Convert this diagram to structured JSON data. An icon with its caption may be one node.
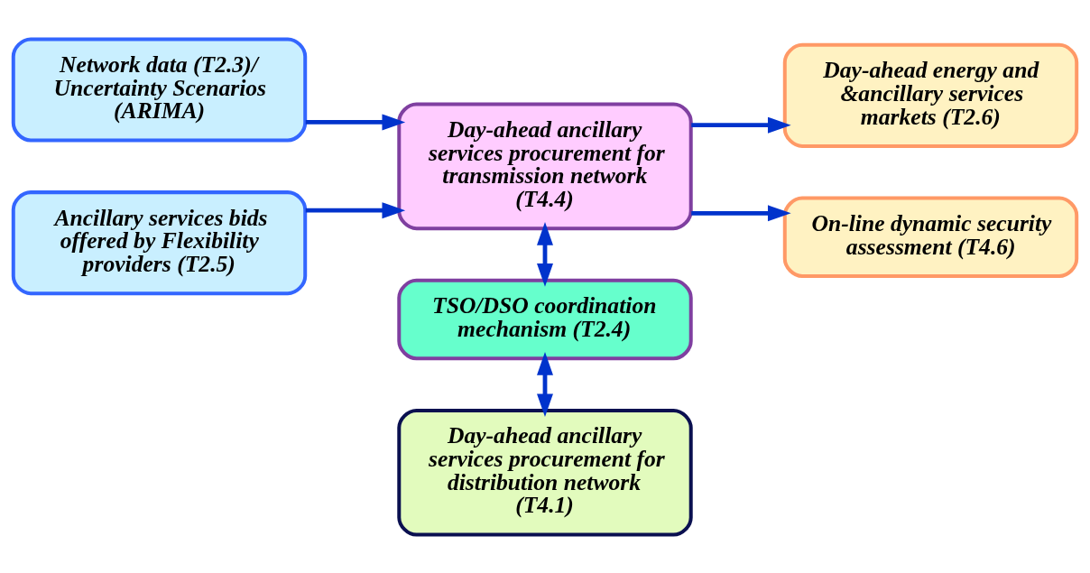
{
  "diagram": {
    "nodes": [
      {
        "text": [
          "Network data (T2.3)/ Uncertainty Scenarios (ARIMA)"
        ]
      },
      {
        "text": [
          "Ancillary services bids offered by Flexibility providers (T2.5)"
        ]
      },
      {
        "text": [
          "Day-ahead ancillary services procurement for transmission network (T4.4)"
        ]
      },
      {
        "text": [
          "Day-ahead energy and &ancillary services markets (T2.6)"
        ]
      },
      {
        "text": [
          "On-line dynamic security assessment (T4.6)"
        ]
      },
      {
        "text": [
          "TSO/DSO coordination mechanism (T2.4)"
        ]
      },
      {
        "text": [
          "Day-ahead ancillary services procurement for distribution network (T4.1)"
        ]
      }
    ],
    "edges": [
      {
        "from": 0,
        "to": 2,
        "arrow": "to"
      },
      {
        "from": 1,
        "to": 2,
        "arrow": "to"
      },
      {
        "from": 2,
        "to": 3,
        "arrow": "to"
      },
      {
        "from": 2,
        "to": 4,
        "arrow": "to"
      },
      {
        "from": 2,
        "to": 5,
        "arrow": "both"
      },
      {
        "from": 5,
        "to": 6,
        "arrow": "both"
      }
    ]
  }
}
